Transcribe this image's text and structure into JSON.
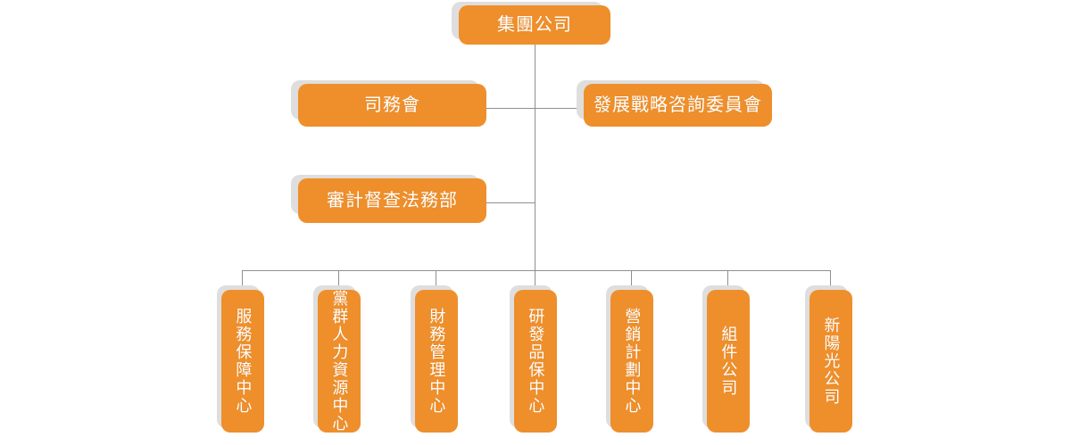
{
  "chart_data": {
    "type": "diagram",
    "diagram_kind": "organization-chart",
    "title": "",
    "orientation": "top-down",
    "accent_color": "#ee8f2c",
    "shadow_color": "#dedede",
    "line_color": "#8f8f8f",
    "text_color": "#ffffff",
    "background_color": "#ffffff",
    "nodes": [
      {
        "id": "root",
        "label": "集團公司",
        "level": 0,
        "text_direction": "horizontal"
      },
      {
        "id": "staff_l1",
        "label": "司務會",
        "level": 1,
        "text_direction": "horizontal"
      },
      {
        "id": "staff_r1",
        "label": "發展戰略咨詢委員會",
        "level": 1,
        "text_direction": "horizontal"
      },
      {
        "id": "staff_l2",
        "label": "審計督查法務部",
        "level": 2,
        "text_direction": "horizontal"
      },
      {
        "id": "unit_1",
        "label": "服務保障中心",
        "level": 3,
        "text_direction": "vertical"
      },
      {
        "id": "unit_2",
        "label": "黨群人力資源中心",
        "level": 3,
        "text_direction": "vertical"
      },
      {
        "id": "unit_3",
        "label": "財務管理中心",
        "level": 3,
        "text_direction": "vertical"
      },
      {
        "id": "unit_4",
        "label": "研發品保中心",
        "level": 3,
        "text_direction": "vertical"
      },
      {
        "id": "unit_5",
        "label": "營銷計劃中心",
        "level": 3,
        "text_direction": "vertical"
      },
      {
        "id": "unit_6",
        "label": "組件公司",
        "level": 3,
        "text_direction": "vertical"
      },
      {
        "id": "unit_7",
        "label": "新陽光公司",
        "level": 3,
        "text_direction": "vertical"
      }
    ],
    "edges": [
      {
        "from": "root",
        "to": "staff_r1",
        "style": "elbow"
      },
      {
        "from": "root",
        "to": "staff_l1",
        "style": "elbow"
      },
      {
        "from": "root",
        "to": "staff_l2",
        "style": "elbow"
      },
      {
        "from": "root",
        "to": "unit_1",
        "style": "elbow"
      },
      {
        "from": "root",
        "to": "unit_2",
        "style": "elbow"
      },
      {
        "from": "root",
        "to": "unit_3",
        "style": "elbow"
      },
      {
        "from": "root",
        "to": "unit_4",
        "style": "elbow"
      },
      {
        "from": "root",
        "to": "unit_5",
        "style": "elbow"
      },
      {
        "from": "root",
        "to": "unit_6",
        "style": "elbow"
      },
      {
        "from": "root",
        "to": "unit_7",
        "style": "elbow"
      }
    ]
  },
  "org": {
    "root": {
      "label": "集團公司"
    },
    "staff": {
      "council": {
        "label": "司務會"
      },
      "advisory": {
        "label": "發展戰略咨詢委員會"
      },
      "audit": {
        "label": "審計督查法務部"
      }
    },
    "units": [
      {
        "label": "服務保障中心"
      },
      {
        "label": "黨群人力資源中心"
      },
      {
        "label": "財務管理中心"
      },
      {
        "label": "研發品保中心"
      },
      {
        "label": "營銷計劃中心"
      },
      {
        "label": "組件公司"
      },
      {
        "label": "新陽光公司"
      }
    ]
  }
}
